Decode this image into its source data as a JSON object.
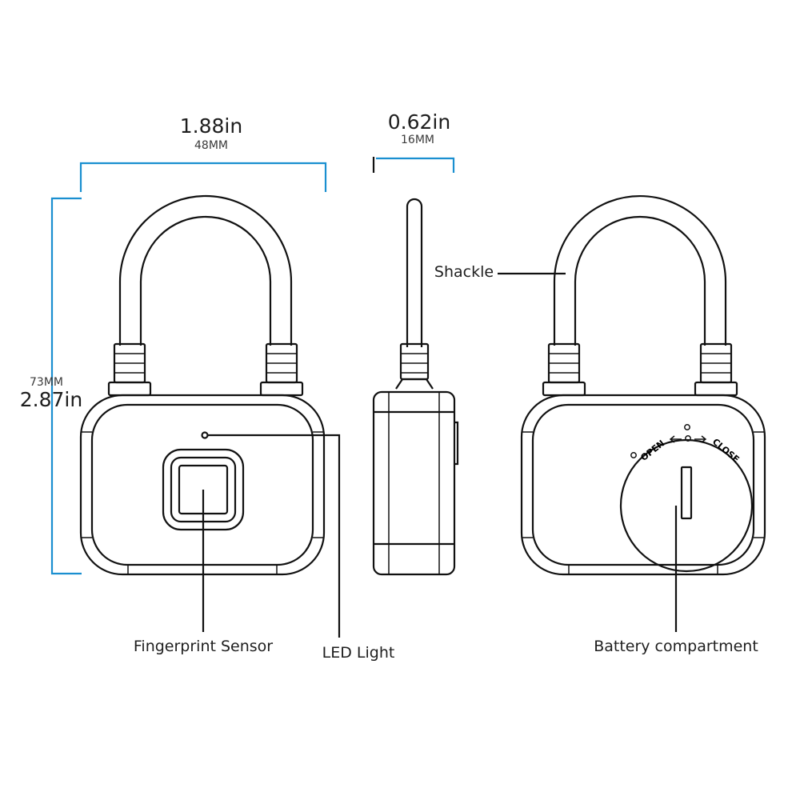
{
  "dimensions": {
    "width": {
      "inches": "1.88in",
      "mm": "48MM"
    },
    "depth": {
      "inches": "0.62in",
      "mm": "16MM"
    },
    "height": {
      "inches": "2.87in",
      "mm": "73MM"
    }
  },
  "callouts": {
    "shackle": "Shackle",
    "fingerprint_sensor": "Fingerprint Sensor",
    "led_light": "LED Light",
    "battery_compartment": "Battery compartment"
  },
  "battery_cover": {
    "open": "OPEN",
    "close": "CLOSE"
  },
  "colors": {
    "dimension_line": "#1a8fd0",
    "outline": "#111111",
    "background": "#ffffff"
  }
}
